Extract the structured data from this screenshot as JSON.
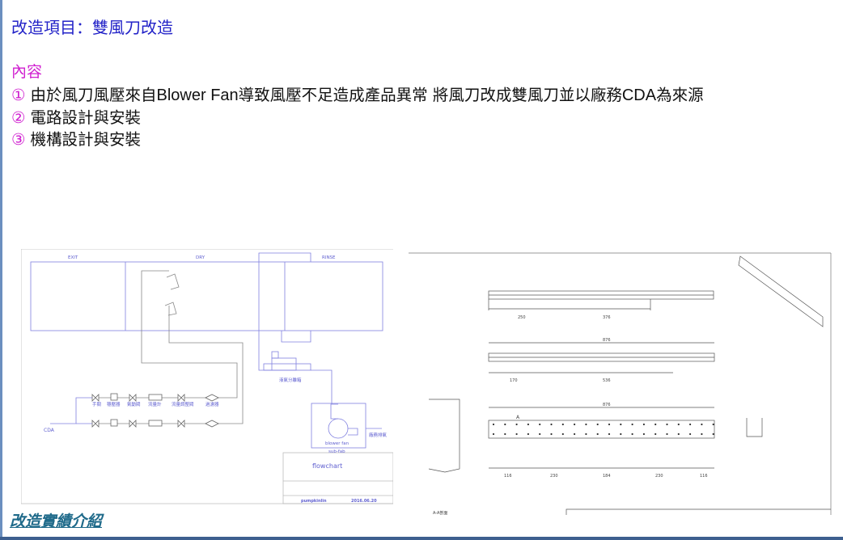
{
  "title": "改造項目：雙風刀改造",
  "section_label": "內容",
  "items": [
    {
      "num": "①",
      "text_a": "由於風刀風壓來自",
      "text_en": "Blower Fan",
      "text_b": "導致風壓不足造成產品異常 將風刀改成雙風刀並以廠務",
      "text_en2": "CDA",
      "text_c": "為來源"
    },
    {
      "num": "②",
      "text": "電路設計與安裝"
    },
    {
      "num": "③",
      "text": "機構設計與安裝"
    }
  ],
  "flowchart": {
    "zones": [
      "EXIT",
      "DRY",
      "RINSE"
    ],
    "cda": "CDA",
    "valves": [
      "手閥",
      "穩壓器",
      "氣動閥",
      "流量計",
      "流量調整閥",
      "過濾器"
    ],
    "separator": "液氣分離箱",
    "fan": "blower fan",
    "subfab": "sub-fab",
    "exhaust": "廠務排氣",
    "block_title": "flowchart",
    "author": "pumpkinlin",
    "date": "2016.06.20"
  },
  "drawing": {
    "dims_top": [
      "250",
      "376"
    ],
    "dims_mid": [
      "876",
      "170",
      "536"
    ],
    "dims_bottom": [
      "876",
      "116",
      "230",
      "184",
      "230",
      "116"
    ],
    "section_label": "A-A剖面",
    "section_mark": "A"
  },
  "link_label": "改造實績介紹"
}
